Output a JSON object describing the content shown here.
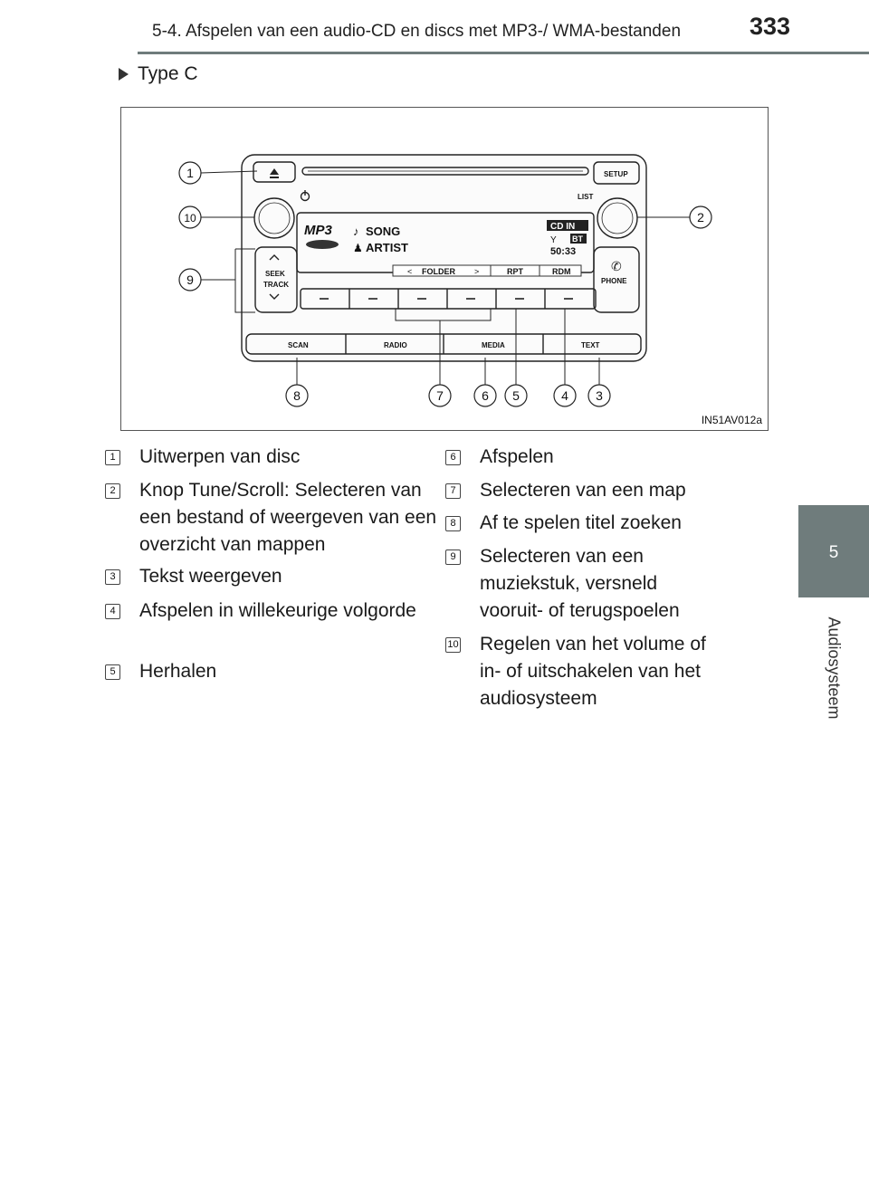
{
  "header": {
    "title": "5-4. Afspelen van een audio-CD en discs met MP3-/ WMA-bestanden",
    "page_number": "333"
  },
  "side_tab": {
    "chapter": "5",
    "label": "Audiosysteem"
  },
  "section": {
    "label": "Type C"
  },
  "figure": {
    "code": "IN51AV012a",
    "display": {
      "mp3": "MP3",
      "song": "SONG",
      "artist": "ARTIST",
      "cd_in": "CD IN",
      "bt": "BT",
      "time": "50:33",
      "folder": "FOLDER",
      "rpt": "RPT",
      "rdm": "RDM"
    },
    "buttons": {
      "setup": "SETUP",
      "list": "LIST",
      "seek": "SEEK",
      "track": "TRACK",
      "phone": "PHONE",
      "scan": "SCAN",
      "radio": "RADIO",
      "media": "MEDIA",
      "text": "TEXT"
    },
    "callouts": [
      "1",
      "2",
      "3",
      "4",
      "5",
      "6",
      "7",
      "8",
      "9",
      "10"
    ]
  },
  "legend": [
    {
      "num": "1",
      "text": "Uitwerpen van disc"
    },
    {
      "num": "2",
      "text": "Knop Tune/Scroll: Selecteren van een bestand of weergeven van een overzicht van mappen"
    },
    {
      "num": "3",
      "text": "Tekst weergeven"
    },
    {
      "num": "4",
      "text": "Afspelen in willekeurige volgorde"
    },
    {
      "num": "5",
      "text": "Herhalen"
    },
    {
      "num": "6",
      "text": "Afspelen"
    },
    {
      "num": "7",
      "text": "Selecteren van een map"
    },
    {
      "num": "8",
      "text": "Af te spelen titel zoeken"
    },
    {
      "num": "9",
      "text": "Selecteren van een muziekstuk, versneld vooruit- of terugspoelen"
    },
    {
      "num": "10",
      "text": "Regelen van het volume of in- of uitschakelen van het audiosysteem"
    }
  ]
}
